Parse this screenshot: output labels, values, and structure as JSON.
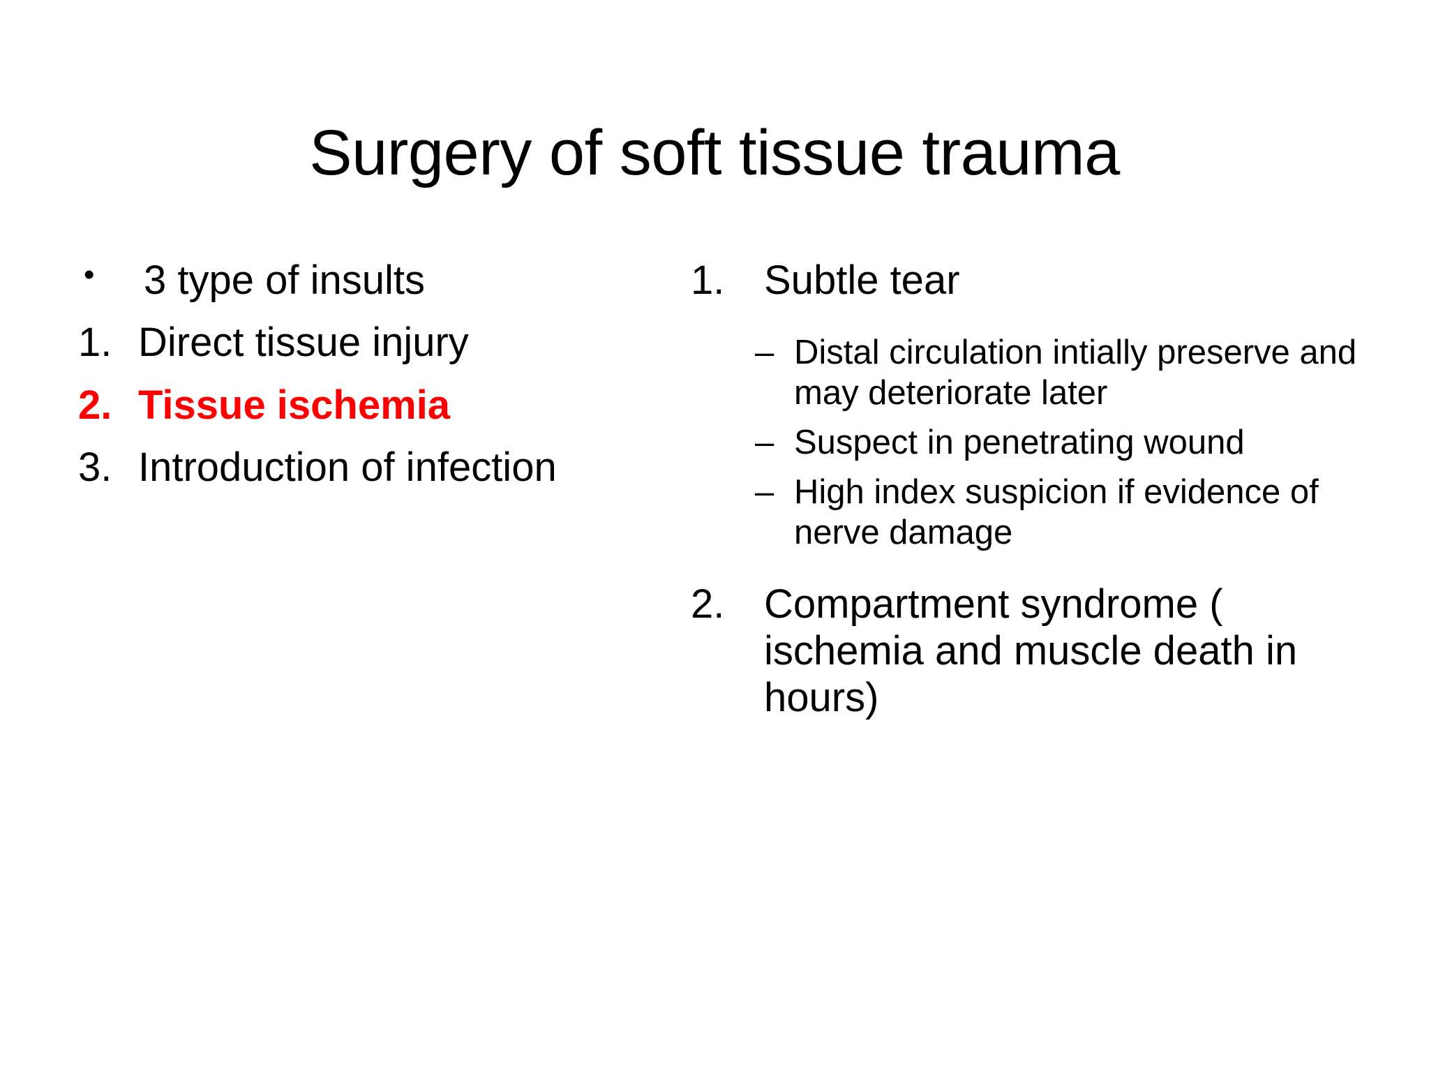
{
  "slide": {
    "title": "Surgery of soft tissue trauma",
    "background_color": "#FFFFFF",
    "text_color": "#000000",
    "accent_color": "#FF0000",
    "left_column": {
      "items": [
        {
          "marker": "•",
          "marker_type": "bullet",
          "text": "3 type of insults",
          "emphasis": "none"
        },
        {
          "marker": "1.",
          "marker_type": "number",
          "text": "Direct tissue injury",
          "emphasis": "none"
        },
        {
          "marker": "2.",
          "marker_type": "number",
          "text": "Tissue ischemia",
          "emphasis": "red-bold"
        },
        {
          "marker": "3.",
          "marker_type": "number",
          "text": "Introduction of infection",
          "emphasis": "none"
        }
      ]
    },
    "right_column": {
      "items": [
        {
          "marker": "1.",
          "marker_type": "number",
          "text": "Subtle tear",
          "sub_items": [
            {
              "marker": "–",
              "marker_type": "dash",
              "text": "Distal circulation intially preserve and may deteriorate later"
            },
            {
              "marker": "–",
              "marker_type": "dash",
              "text": "Suspect in penetrating wound"
            },
            {
              "marker": "–",
              "marker_type": "dash",
              "text": "High index suspicion if evidence of nerve damage"
            }
          ]
        },
        {
          "marker": "2.",
          "marker_type": "number",
          "text": "Compartment syndrome ( ischemia and muscle death in hours)",
          "sub_items": []
        }
      ]
    }
  }
}
